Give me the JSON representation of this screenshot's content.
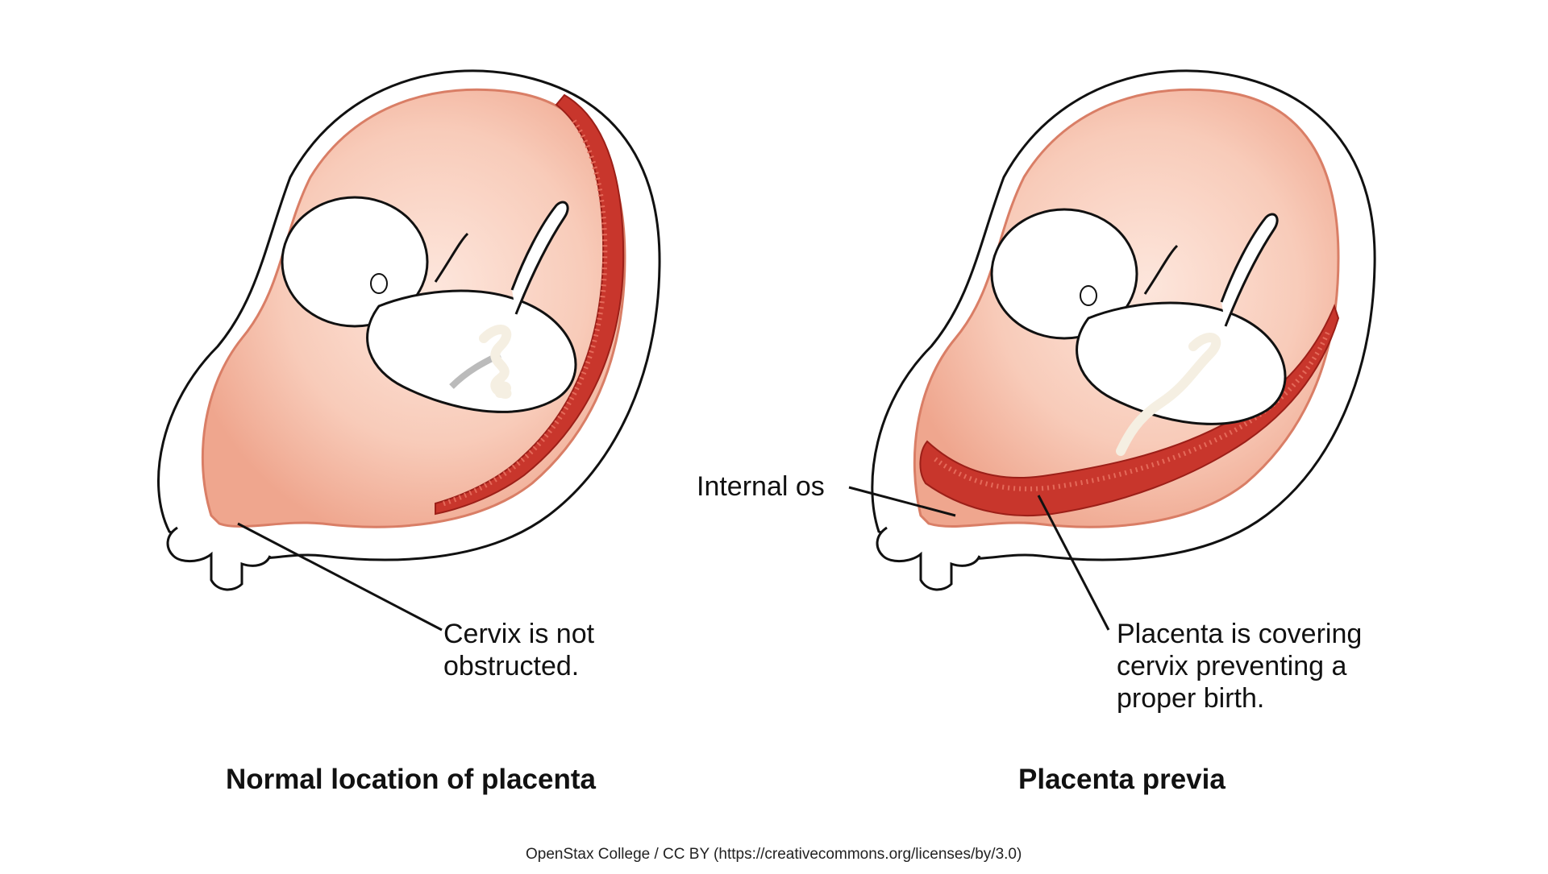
{
  "diagrams": [
    {
      "caption": "Normal location of placenta",
      "callout_line1": "Cervix is not",
      "callout_line2": "obstructed."
    },
    {
      "caption": "Placenta previa",
      "internal_os_label": "Internal os",
      "callout_line1": "Placenta is covering",
      "callout_line2": "cervix preventing a",
      "callout_line3": "proper birth."
    }
  ],
  "credit": "OpenStax College / CC BY (https://creativecommons.org/licenses/by/3.0)",
  "colors": {
    "uterine_wall": "#ffffff",
    "outline": "#111111",
    "amniotic_fluid": "#f4b9a4",
    "amniotic_fluid_light": "#fde3d8",
    "placenta": "#c8362c",
    "placenta_dark": "#9c1f18",
    "fetus": "#ffffff",
    "fetus_shade": "#d8d8d8",
    "umbilical_cord": "#f5efe2"
  }
}
